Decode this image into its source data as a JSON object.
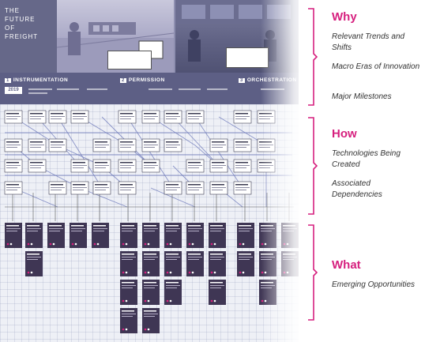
{
  "poster": {
    "title": "THE\nFUTURE\nOF\nFREIGHT",
    "year": "2019",
    "eras": [
      {
        "number": "1",
        "label": "INSTRUMENTATION"
      },
      {
        "number": "2",
        "label": "PERMISSION"
      },
      {
        "number": "3",
        "label": "ORCHESTRATION"
      }
    ]
  },
  "sections": [
    {
      "heading": "Why",
      "items": [
        "Relevant Trends and Shifts",
        "Macro Eras of Innovation",
        "Major Milestones"
      ]
    },
    {
      "heading": "How",
      "items": [
        "Technologies Being Created",
        "Associated Dependencies"
      ]
    },
    {
      "heading": "What",
      "items": [
        "Emerging Opportunities"
      ]
    }
  ],
  "colors": {
    "accent": "#d61f7e",
    "era_bar": "#5d5f85",
    "opportunity_card": "#3f3654",
    "connector": "#6a76b8"
  }
}
